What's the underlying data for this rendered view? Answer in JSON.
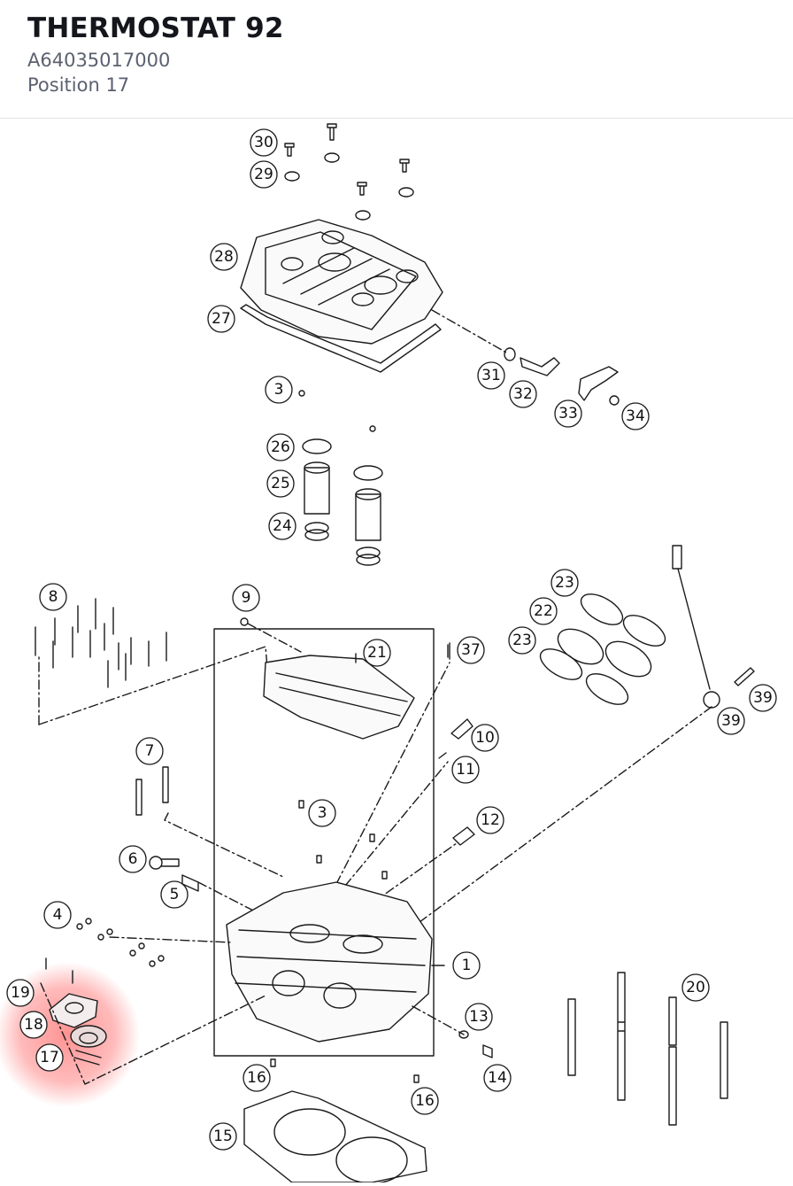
{
  "header": {
    "title": "THERMOSTAT 92",
    "part_number": "A64035017000",
    "position_label": "Position 17"
  },
  "highlight": {
    "color": "#ff3b3b",
    "target_position": "17"
  },
  "callouts": [
    "30",
    "29",
    "28",
    "27",
    "3",
    "31",
    "32",
    "33",
    "34",
    "26",
    "25",
    "24",
    "8",
    "9",
    "21",
    "37",
    "23",
    "22",
    "23",
    "39",
    "39",
    "10",
    "11",
    "7",
    "3",
    "12",
    "6",
    "5",
    "4",
    "1",
    "19",
    "18",
    "17",
    "13",
    "14",
    "20",
    "16",
    "16",
    "15"
  ]
}
